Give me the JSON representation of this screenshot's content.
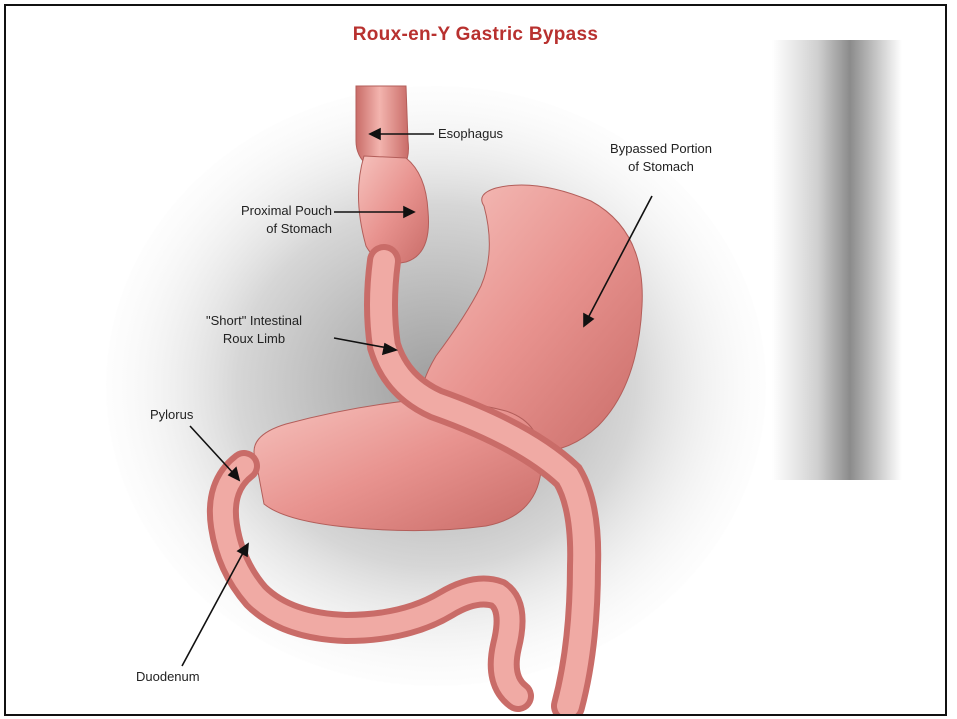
{
  "diagram": {
    "title": "Roux-en-Y Gastric Bypass",
    "labels": {
      "esophagus": "Esophagus",
      "pouch_line1": "Proximal Pouch",
      "pouch_line2": "of Stomach",
      "bypassed_line1": "Bypassed Portion",
      "bypassed_line2": "of Stomach",
      "roux_line1": "\"Short\" Intestinal",
      "roux_line2": "Roux Limb",
      "pylorus": "Pylorus",
      "duodenum": "Duodenum"
    },
    "colors": {
      "title": "#b8312f",
      "organ": "#e8938f",
      "organ_dark": "#c96c68",
      "organ_light": "#f6c2bd",
      "shadow": "#9a9a9a"
    }
  }
}
